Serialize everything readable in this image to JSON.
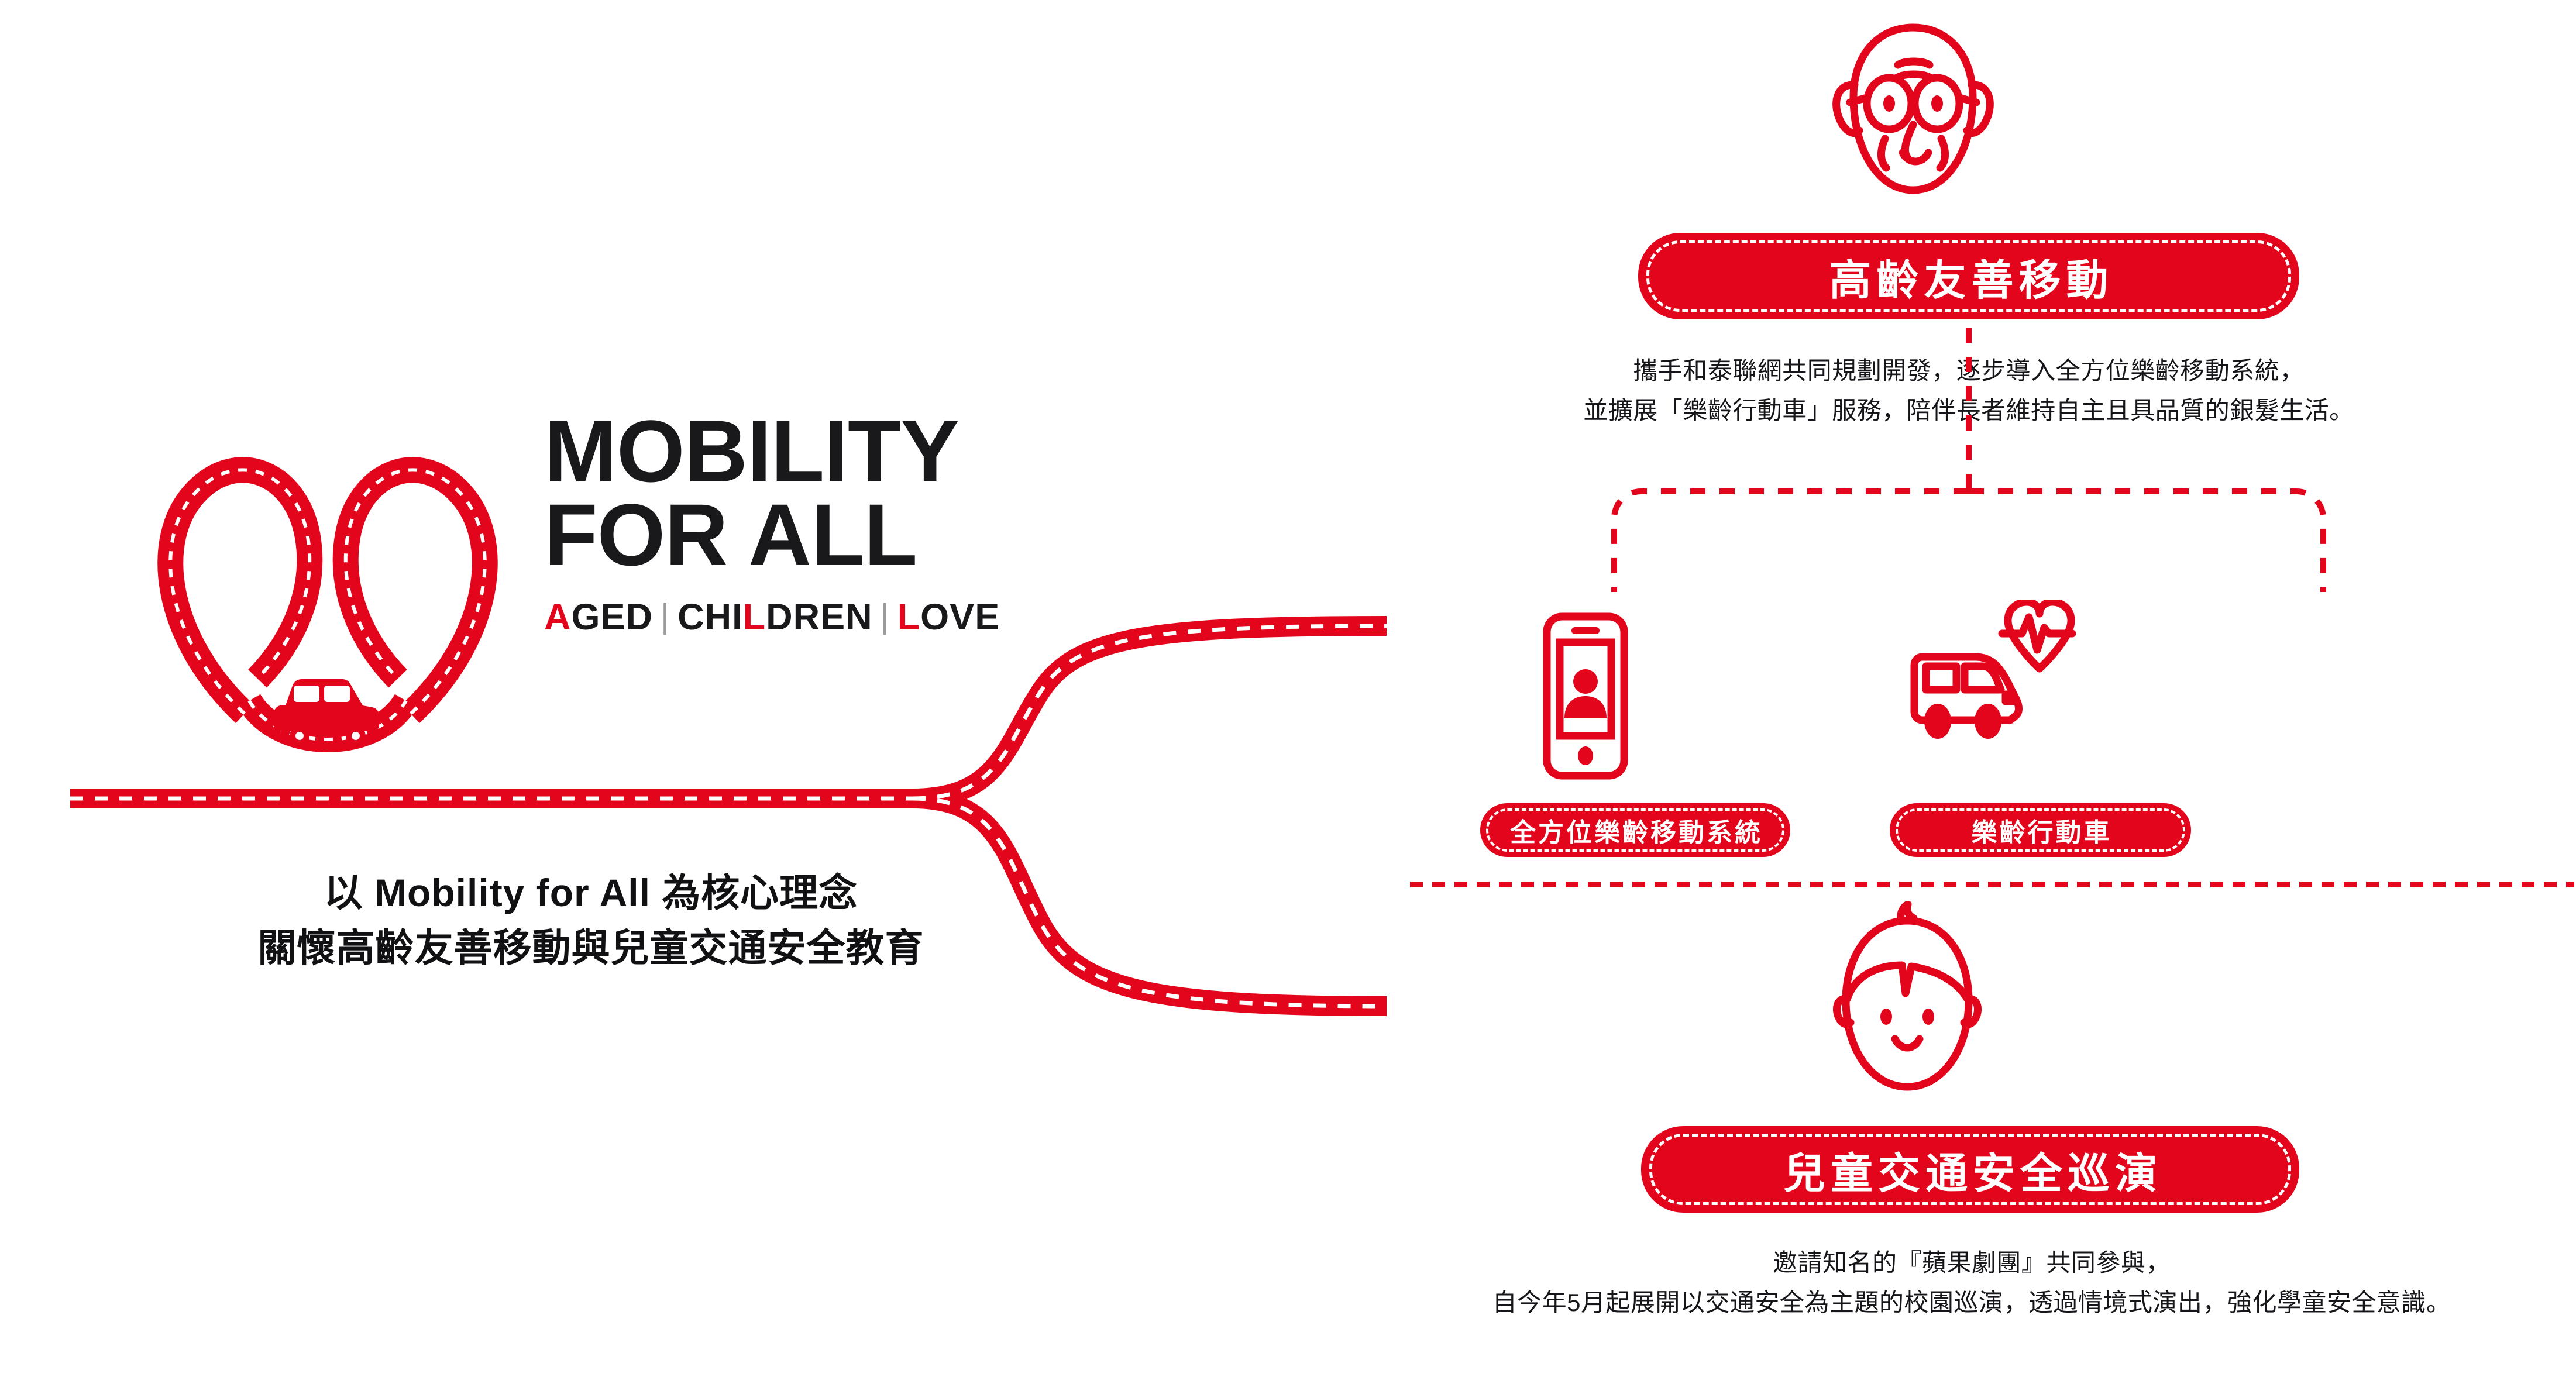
{
  "meta": {
    "accent_red": "#e3051b",
    "ink": "#19191b",
    "background": "#ffffff"
  },
  "logo": {
    "mark_name": "heart-road-with-car",
    "title_line1": "MOBILITY",
    "title_line2": "FOR ALL",
    "subtitle": {
      "word1_head": "A",
      "word1_tail": "GED",
      "sep1": "|",
      "word2_head": "CHI",
      "word2_mid": "L",
      "word2_tail": "DREN",
      "sep2": "|",
      "word3_head": "L",
      "word3_tail": "OVE"
    }
  },
  "tagline": {
    "line1": "以 Mobility for All 為核心理念",
    "line2": "關懷高齡友善移動與兒童交通安全教育"
  },
  "branches": [
    {
      "id": "aged",
      "icon": "elderly-face-icon",
      "badge": "高齡友善移動",
      "desc_line1": "攜手和泰聯網共同規劃開發，逐步導入全方位樂齡移動系統，",
      "desc_line2": "並擴展「樂齡行動車」服務，陪伴長者維持自主且具品質的銀髮生活。",
      "children": [
        {
          "id": "system",
          "icon": "smartphone-user-icon",
          "badge": "全方位樂齡移動系統"
        },
        {
          "id": "van",
          "icon": "van-heartbeat-icon",
          "badge": "樂齡行動車"
        }
      ]
    },
    {
      "id": "child",
      "icon": "child-face-icon",
      "badge": "兒童交通安全巡演",
      "desc_line1": "邀請知名的『蘋果劇團』共同參與，",
      "desc_line2": "自今年5月起展開以交通安全為主題的校園巡演，透過情境式演出，強化學童安全意識。"
    }
  ]
}
